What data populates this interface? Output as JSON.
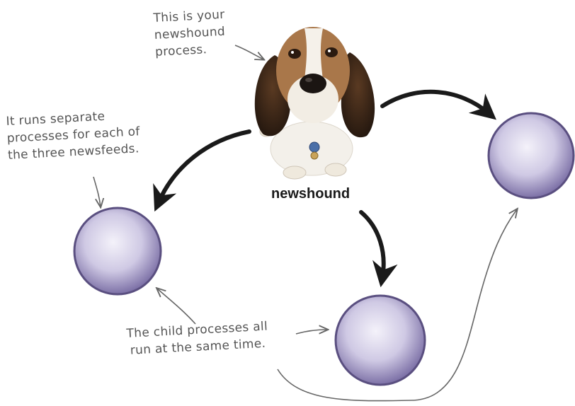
{
  "annotations": {
    "dog": [
      "This is your",
      "newshound",
      "process."
    ],
    "separate": [
      "It runs separate",
      "processes for each of",
      "the three newsfeeds."
    ],
    "child": [
      "The child processes all",
      "run at the same time."
    ]
  },
  "parent_label": "newshound",
  "colors": {
    "process_fill": "#d9d5ea",
    "process_edge": "#5a4f80",
    "arrow": "#1a1a1a",
    "note": "#555555"
  }
}
